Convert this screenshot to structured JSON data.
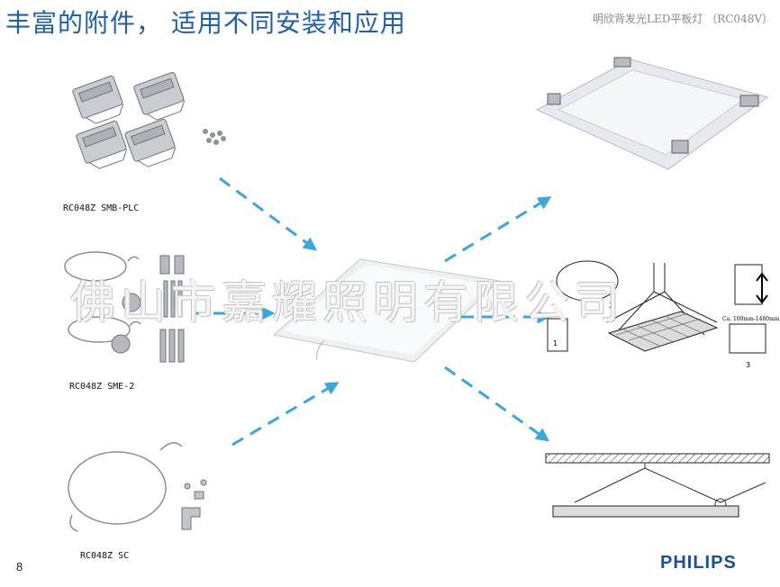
{
  "header": {
    "title": "丰富的附件， 适用不同安装和应用",
    "subtitle": "明欣背发光LED平板灯 （RC048V）"
  },
  "accessories": [
    {
      "label": "RC048Z SMB-PLC"
    },
    {
      "label": "RC048Z SME-2"
    },
    {
      "label": "RC048Z SC"
    }
  ],
  "watermark": "佛山市嘉耀照明有限公司",
  "diagram_labels": {
    "step_2": "2",
    "step_3": "3",
    "step_1": "1",
    "height_label": "Ca. 100mm-1480mm"
  },
  "footer": {
    "page_number": "8",
    "brand": "PHILIPS"
  },
  "colors": {
    "title": "#1f5fb0",
    "arrow": "#3aa6e0",
    "brand": "#1b4fa0"
  }
}
